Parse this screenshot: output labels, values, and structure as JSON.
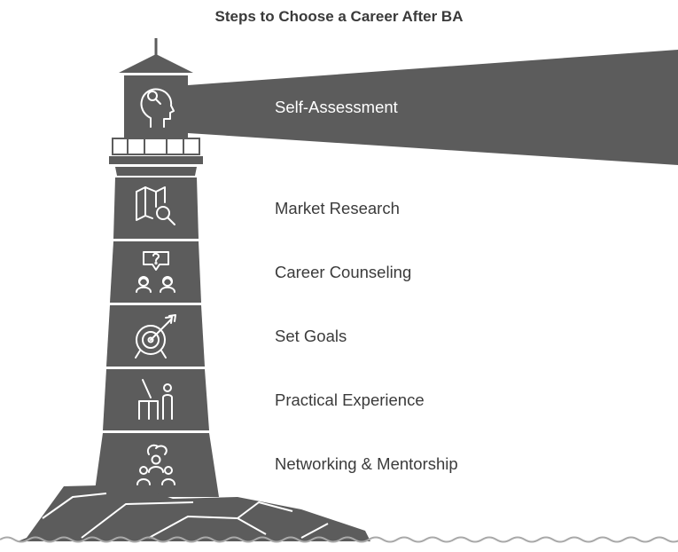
{
  "title": "Steps to Choose a Career After BA",
  "colors": {
    "structure": "#5c5c5c",
    "icon_stroke": "#ffffff",
    "label_text": "#3b3b3b",
    "background": "#ffffff",
    "water": "#a9a9a9"
  },
  "steps": [
    {
      "label": "Self-Assessment",
      "icon": "person-head-icon"
    },
    {
      "label": "Market Research",
      "icon": "map-search-icon"
    },
    {
      "label": "Career Counseling",
      "icon": "counseling-icon"
    },
    {
      "label": "Set Goals",
      "icon": "target-icon"
    },
    {
      "label": "Practical Experience",
      "icon": "desk-worker-icon"
    },
    {
      "label": "Networking & Mentorship",
      "icon": "people-network-icon"
    }
  ]
}
